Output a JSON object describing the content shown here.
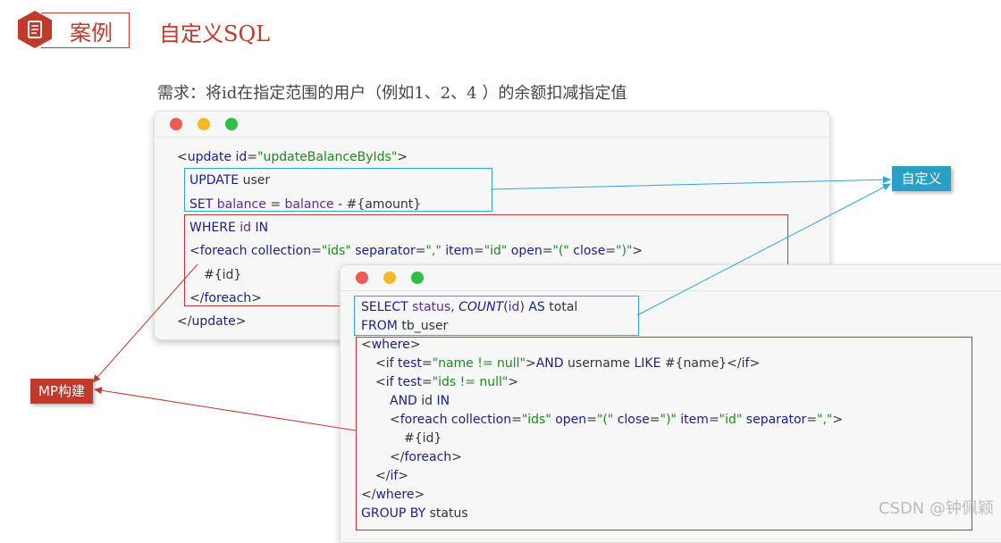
{
  "header": {
    "case_label": "案例",
    "title": "自定义SQL"
  },
  "requirement": "需求：将id在指定范围的用户（例如1、2、4 ）的余额扣减指定值",
  "window1": {
    "lines": [
      {
        "segments": [
          [
            "t",
            "<"
          ],
          [
            "kw",
            "update"
          ],
          [
            "t",
            " "
          ],
          [
            "attr",
            "id"
          ],
          [
            "t",
            "="
          ],
          [
            "val",
            "\"updateBalanceByIds\""
          ],
          [
            "t",
            ">"
          ]
        ]
      },
      {
        "segments": [
          [
            "kw",
            "UPDATE"
          ],
          [
            "t",
            " user"
          ]
        ]
      },
      {
        "segments": [
          [
            "kw",
            "SET"
          ],
          [
            "t",
            " "
          ],
          [
            "kw2",
            "balance"
          ],
          [
            "t",
            " = "
          ],
          [
            "kw2",
            "balance"
          ],
          [
            "t",
            " - #{amount}"
          ]
        ]
      },
      {
        "segments": [
          [
            "kw",
            "WHERE"
          ],
          [
            "t",
            " "
          ],
          [
            "kw2",
            "id"
          ],
          [
            "t",
            " "
          ],
          [
            "kw",
            "IN"
          ]
        ]
      },
      {
        "segments": [
          [
            "t",
            "<"
          ],
          [
            "kw",
            "foreach"
          ],
          [
            "t",
            " "
          ],
          [
            "attr",
            "collection"
          ],
          [
            "t",
            "="
          ],
          [
            "val",
            "\"ids\""
          ],
          [
            "t",
            " "
          ],
          [
            "attr",
            "separator"
          ],
          [
            "t",
            "="
          ],
          [
            "val",
            "\",\""
          ],
          [
            "t",
            " "
          ],
          [
            "attr",
            "item"
          ],
          [
            "t",
            "="
          ],
          [
            "val",
            "\"id\""
          ],
          [
            "t",
            " "
          ],
          [
            "attr",
            "open"
          ],
          [
            "t",
            "="
          ],
          [
            "val",
            "\"(\""
          ],
          [
            "t",
            " "
          ],
          [
            "attr",
            "close"
          ],
          [
            "t",
            "="
          ],
          [
            "val",
            "\")\""
          ],
          [
            "t",
            ">"
          ]
        ]
      },
      {
        "segments": [
          [
            "t",
            "#{id}"
          ]
        ]
      },
      {
        "segments": [
          [
            "t",
            "</"
          ],
          [
            "kw",
            "foreach"
          ],
          [
            "t",
            ">"
          ]
        ]
      },
      {
        "segments": [
          [
            "t",
            "</"
          ],
          [
            "kw",
            "update"
          ],
          [
            "t",
            ">"
          ]
        ]
      }
    ]
  },
  "window2": {
    "lines": [
      {
        "segments": [
          [
            "kw",
            "SELECT"
          ],
          [
            "t",
            " "
          ],
          [
            "kw2",
            "status"
          ],
          [
            "t",
            ", "
          ],
          [
            "fn",
            "COUNT"
          ],
          [
            "t",
            "("
          ],
          [
            "kw2",
            "id"
          ],
          [
            "t",
            ") "
          ],
          [
            "kw",
            "AS"
          ],
          [
            "t",
            " total"
          ]
        ]
      },
      {
        "segments": [
          [
            "kw",
            "FROM"
          ],
          [
            "t",
            " tb_user"
          ]
        ]
      },
      {
        "segments": [
          [
            "t",
            "<"
          ],
          [
            "kw",
            "where"
          ],
          [
            "t",
            ">"
          ]
        ]
      },
      {
        "segments": [
          [
            "t",
            "<"
          ],
          [
            "kw",
            "if"
          ],
          [
            "t",
            " "
          ],
          [
            "attr",
            "test"
          ],
          [
            "t",
            "="
          ],
          [
            "val",
            "\"name != null\""
          ],
          [
            "t",
            ">"
          ],
          [
            "kw",
            "AND"
          ],
          [
            "t",
            " username "
          ],
          [
            "kw",
            "LIKE"
          ],
          [
            "t",
            " #{name}</"
          ],
          [
            "kw",
            "if"
          ],
          [
            "t",
            ">"
          ]
        ]
      },
      {
        "segments": [
          [
            "t",
            "<"
          ],
          [
            "kw",
            "if"
          ],
          [
            "t",
            " "
          ],
          [
            "attr",
            "test"
          ],
          [
            "t",
            "="
          ],
          [
            "val",
            "\"ids != null\""
          ],
          [
            "t",
            ">"
          ]
        ]
      },
      {
        "segments": [
          [
            "kw",
            "AND"
          ],
          [
            "t",
            " id "
          ],
          [
            "kw",
            "IN"
          ]
        ]
      },
      {
        "segments": [
          [
            "t",
            "<"
          ],
          [
            "kw",
            "foreach"
          ],
          [
            "t",
            " "
          ],
          [
            "attr",
            "collection"
          ],
          [
            "t",
            "="
          ],
          [
            "val",
            "\"ids\""
          ],
          [
            "t",
            " "
          ],
          [
            "attr",
            "open"
          ],
          [
            "t",
            "="
          ],
          [
            "val",
            "\"(\""
          ],
          [
            "t",
            " "
          ],
          [
            "attr",
            "close"
          ],
          [
            "t",
            "="
          ],
          [
            "val",
            "\")\""
          ],
          [
            "t",
            " "
          ],
          [
            "attr",
            "item"
          ],
          [
            "t",
            "="
          ],
          [
            "val",
            "\"id\""
          ],
          [
            "t",
            " "
          ],
          [
            "attr",
            "separator"
          ],
          [
            "t",
            "="
          ],
          [
            "val",
            "\",\""
          ],
          [
            "t",
            ">"
          ]
        ]
      },
      {
        "segments": [
          [
            "t",
            "#{id}"
          ]
        ]
      },
      {
        "segments": [
          [
            "t",
            "</"
          ],
          [
            "kw",
            "foreach"
          ],
          [
            "t",
            ">"
          ]
        ]
      },
      {
        "segments": [
          [
            "t",
            "</"
          ],
          [
            "kw",
            "if"
          ],
          [
            "t",
            ">"
          ]
        ]
      },
      {
        "segments": [
          [
            "t",
            "</"
          ],
          [
            "kw",
            "where"
          ],
          [
            "t",
            ">"
          ]
        ]
      },
      {
        "segments": [
          [
            "kw",
            "GROUP BY"
          ],
          [
            "t",
            " status"
          ]
        ]
      }
    ]
  },
  "callouts": {
    "custom": "自定义",
    "mp": "MP构建"
  },
  "watermark": "CSDN @钟佩颖",
  "colors": {
    "accent_red": "#c0392b",
    "accent_blue": "#2fa8d8",
    "callout_blue": "#2a9fc6"
  }
}
